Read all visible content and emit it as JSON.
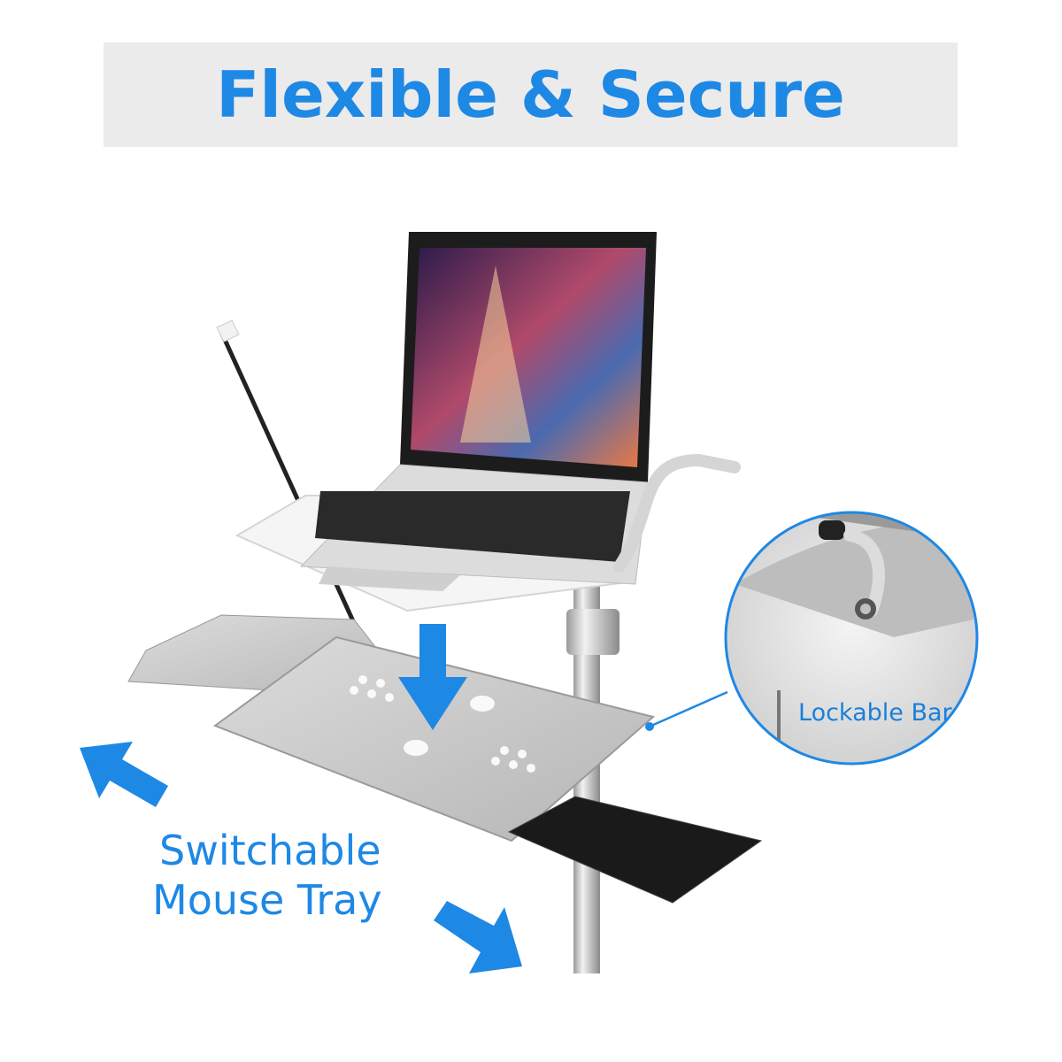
{
  "banner": {
    "title": "Flexible & Secure"
  },
  "callouts": {
    "lockable_bar": "Lockable Bar",
    "mouse_tray_line1": "Switchable",
    "mouse_tray_line2": "Mouse Tray"
  },
  "colors": {
    "accent_blue": "#1e88e5",
    "banner_background": "#ebebeb"
  },
  "icons": [
    "arrow-down-icon",
    "arrow-up-left-icon",
    "arrow-down-right-icon",
    "zoom-circle"
  ]
}
